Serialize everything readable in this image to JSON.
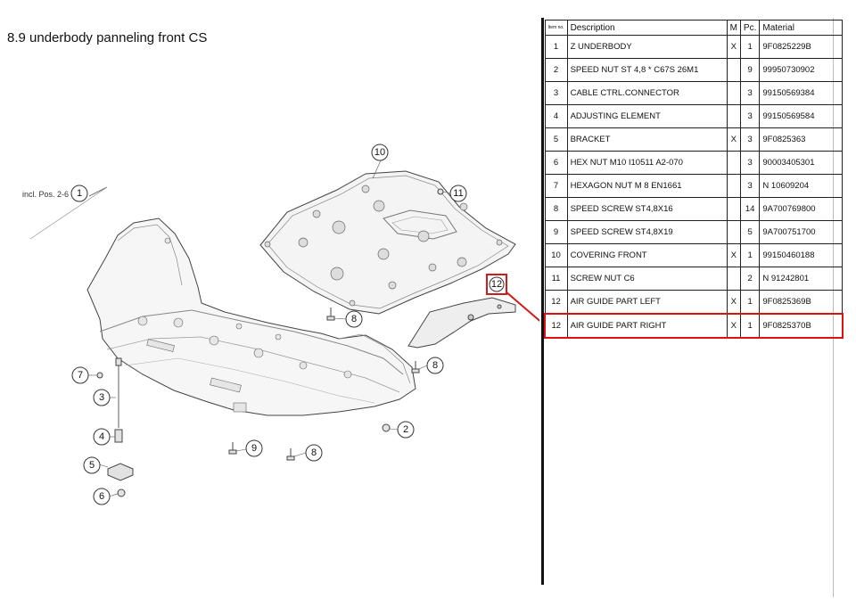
{
  "title": "8.9  underbody panneling front CS",
  "diagram": {
    "incl_note": "incl. Pos. 2-6",
    "callouts": {
      "c1": "1",
      "c2": "2",
      "c3": "3",
      "c4": "4",
      "c5": "5",
      "c6": "6",
      "c7": "7",
      "c8a": "8",
      "c8b": "8",
      "c8c": "8",
      "c9": "9",
      "c10": "10",
      "c11": "11",
      "c12": "12"
    },
    "highlight_color": "#d11a1a"
  },
  "table": {
    "headers": {
      "item": "Item no.",
      "description": "Description",
      "m": "M",
      "pc": "Pc.",
      "material": "Material"
    },
    "rows": [
      {
        "item": "1",
        "description": "Z UNDERBODY",
        "m": "X",
        "pc": "1",
        "material": "9F0825229B"
      },
      {
        "item": "2",
        "description": "SPEED NUT ST 4,8 * C67S 26M1",
        "m": "",
        "pc": "9",
        "material": "99950730902"
      },
      {
        "item": "3",
        "description": "CABLE CTRL.CONNECTOR",
        "m": "",
        "pc": "3",
        "material": "99150569384"
      },
      {
        "item": "4",
        "description": "ADJUSTING ELEMENT",
        "m": "",
        "pc": "3",
        "material": "99150569584"
      },
      {
        "item": "5",
        "description": "BRACKET",
        "m": "X",
        "pc": "3",
        "material": "9F0825363"
      },
      {
        "item": "6",
        "description": "HEX NUT M10 I10511 A2-070",
        "m": "",
        "pc": "3",
        "material": "90003405301"
      },
      {
        "item": "7",
        "description": "HEXAGON NUT M 8 EN1661",
        "m": "",
        "pc": "3",
        "material": "N 10609204"
      },
      {
        "item": "8",
        "description": "SPEED SCREW ST4,8X16",
        "m": "",
        "pc": "14",
        "material": "9A700769800"
      },
      {
        "item": "9",
        "description": "SPEED SCREW ST4,8X19",
        "m": "",
        "pc": "5",
        "material": "9A700751700"
      },
      {
        "item": "10",
        "description": "COVERING FRONT",
        "m": "X",
        "pc": "1",
        "material": "99150460188"
      },
      {
        "item": "11",
        "description": "SCREW NUT C6",
        "m": "",
        "pc": "2",
        "material": "N 91242801"
      },
      {
        "item": "12",
        "description": "AIR GUIDE PART LEFT",
        "m": "X",
        "pc": "1",
        "material": "9F0825369B"
      },
      {
        "item": "12",
        "description": "AIR GUIDE PART RIGHT",
        "m": "X",
        "pc": "1",
        "material": "9F0825370B"
      }
    ]
  }
}
